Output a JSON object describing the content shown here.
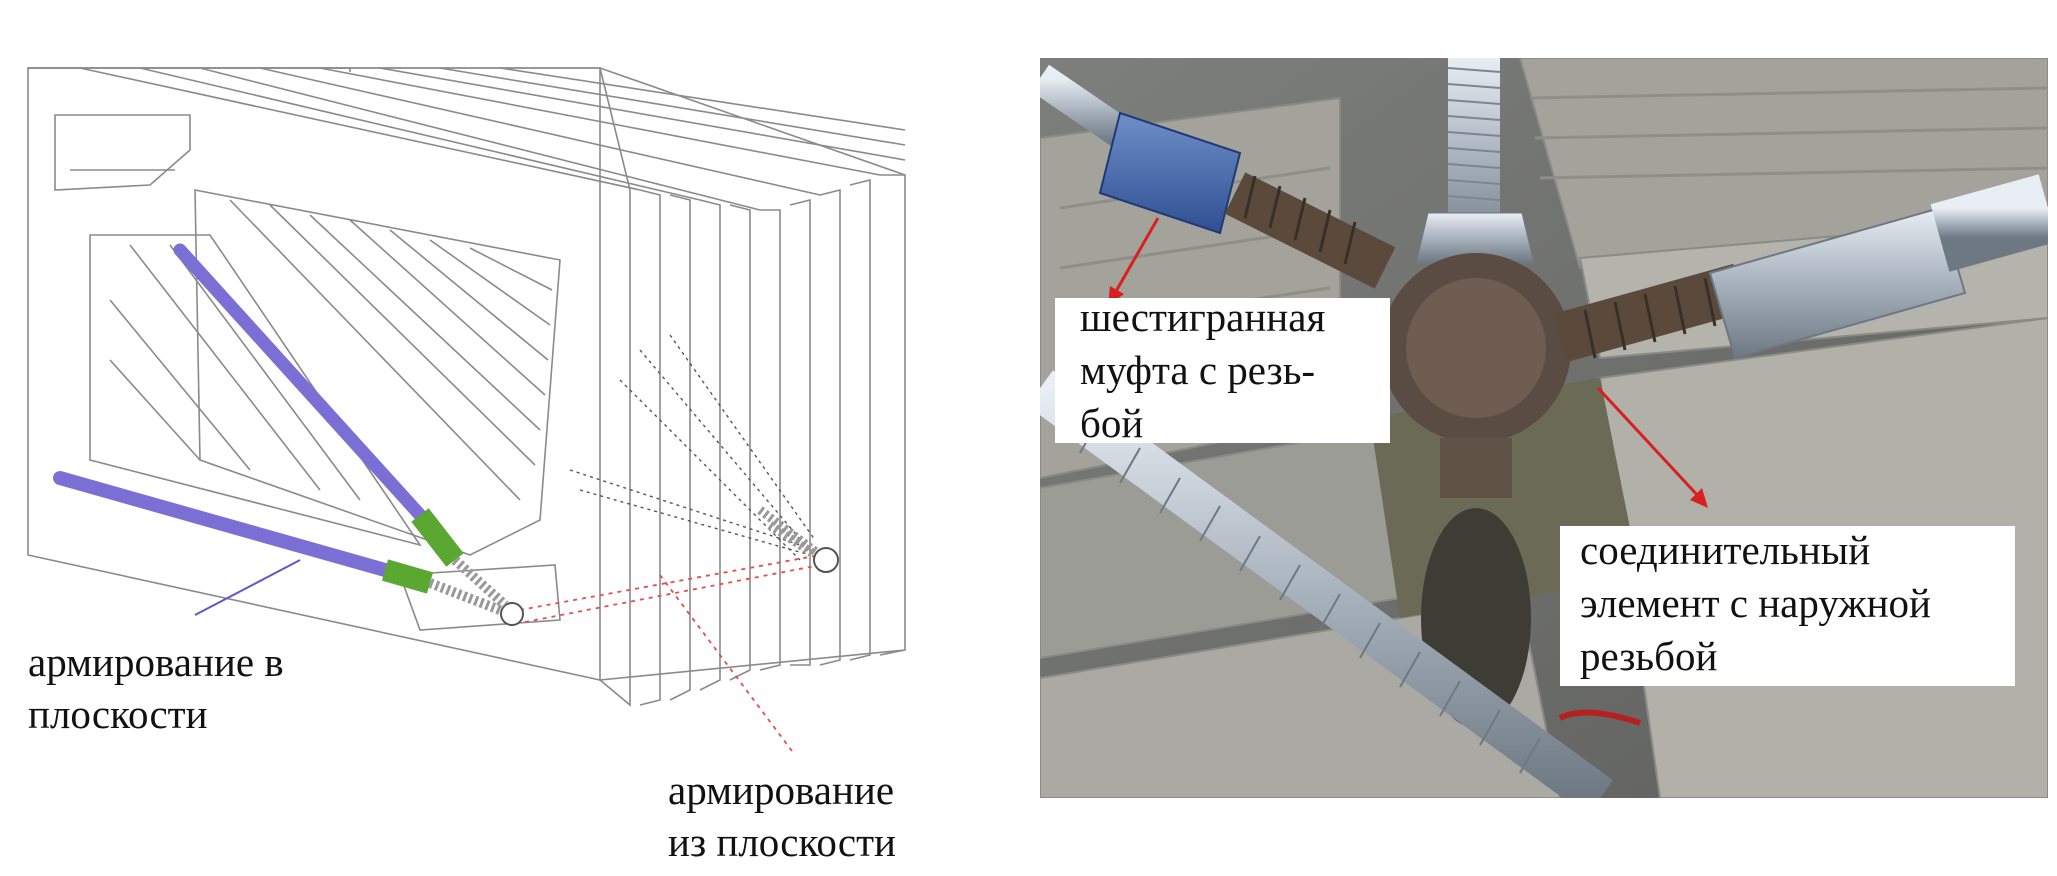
{
  "labels": {
    "in_plane": "армирование в\nплоскости",
    "out_of_plane": "армирование\nиз плоскости"
  },
  "callouts": {
    "hex_coupling": "шестигранная\nмуфта с резь-\nбой",
    "connector": "соединительный\nэлемент с наружной\nрезьбой"
  },
  "colors": {
    "rebar_purple": "#7b6fd6",
    "coupler_green": "#5aa832",
    "wall_lines": "#8a8a8a",
    "dotted_red": "#e05050",
    "arrow_red": "#d92020",
    "concrete": "#9a9a94"
  }
}
